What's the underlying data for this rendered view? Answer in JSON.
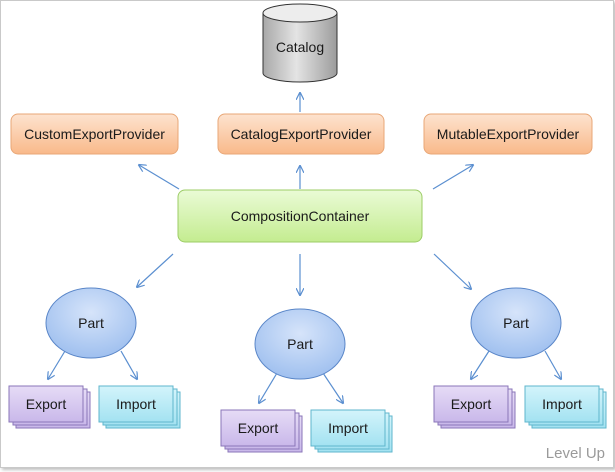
{
  "diagram": {
    "catalog": "Catalog",
    "providers": {
      "custom": "CustomExportProvider",
      "catalog": "CatalogExportProvider",
      "mutable": "MutableExportProvider"
    },
    "container": "CompositionContainer",
    "parts": [
      {
        "label": "Part",
        "export_label": "Export",
        "import_label": "Import"
      },
      {
        "label": "Part",
        "export_label": "Export",
        "import_label": "Import"
      },
      {
        "label": "Part",
        "export_label": "Export",
        "import_label": "Import"
      }
    ]
  },
  "watermark": "Level Up",
  "colors": {
    "provider_fill": "#fbc9a2",
    "container_fill": "#d6f3b0",
    "part_fill": "#aec9f2",
    "export_fill": "#d6c8ef",
    "import_fill": "#b7eaf5",
    "catalog_fill": "#c8c8c8",
    "arrow": "#5b8fd0"
  }
}
